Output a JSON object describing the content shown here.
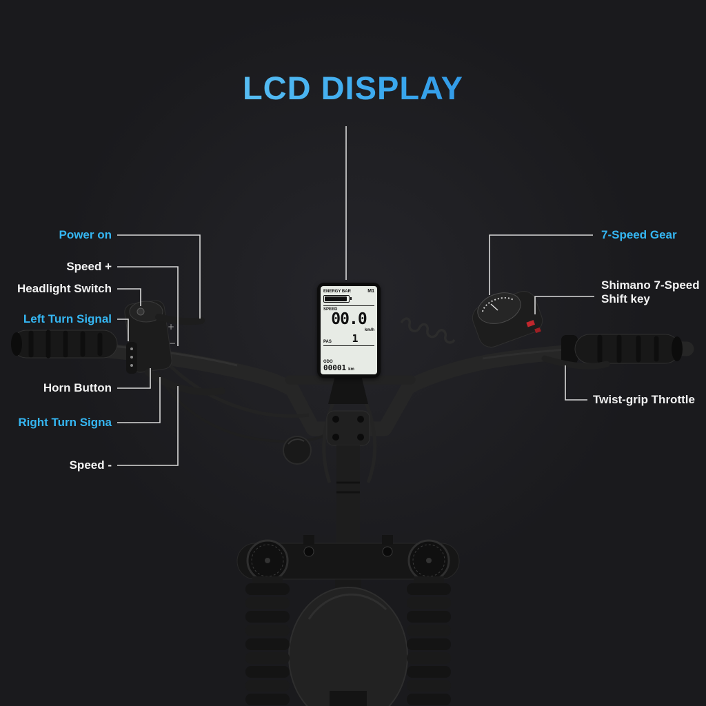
{
  "colors": {
    "background": "#1a1a1d",
    "accent_cyan": "#35b6f2",
    "label_white": "#f2f2f2",
    "title_gradient_start": "#86e0fa",
    "title_gradient_end": "#1a6fd0",
    "callout_line": "#d9d9d9"
  },
  "title": {
    "text": "LCD DISPLAY"
  },
  "callouts": {
    "power_on": {
      "label": "Power on"
    },
    "speed_plus": {
      "label": "Speed +"
    },
    "headlight_switch": {
      "label": "Headlight Switch"
    },
    "left_turn_signal": {
      "label": "Left Turn Signal"
    },
    "horn_button": {
      "label": "Horn Button"
    },
    "right_turn_signal": {
      "label": "Right Turn Signa"
    },
    "speed_minus": {
      "label": "Speed -"
    },
    "seven_speed_gear": {
      "label": "7-Speed Gear"
    },
    "shimano_shift_key": {
      "label": "Shimano 7-Speed Shift key"
    },
    "twist_grip_throttle": {
      "label": "Twist-grip Throttle"
    }
  },
  "lcd": {
    "energy_bar_label": "ENERGY BAR",
    "mode": "M1",
    "speed_label": "SPEED",
    "speed_value": "00.0",
    "speed_unit": "km/h",
    "pas_label": "PAS",
    "pas_value": "1",
    "odo_label": "ODO",
    "odo_value": "00001",
    "odo_unit": "km"
  },
  "icons": {
    "plus": "+",
    "minus": "−"
  }
}
